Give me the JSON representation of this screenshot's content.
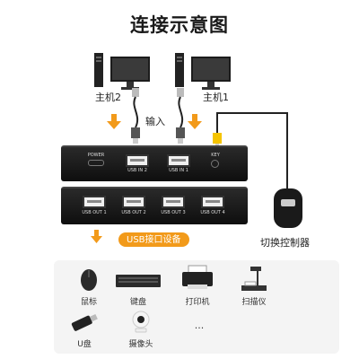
{
  "title": "连接示意图",
  "hosts": [
    {
      "label": "主机2"
    },
    {
      "label": "主机1"
    }
  ],
  "input_label": "输入",
  "switch_top": {
    "power_label": "POWER",
    "ports": [
      "USB IN 2",
      "USB IN 1"
    ],
    "key_label": "KEY"
  },
  "switch_bottom": {
    "ports": [
      "USB OUT 1",
      "USB OUT 2",
      "USB OUT 3",
      "USB OUT 4"
    ]
  },
  "controller_label": "切换控制器",
  "usb_devices_label": "USB接口设备",
  "devices": [
    {
      "label": "鼠标",
      "icon": "mouse-icon"
    },
    {
      "label": "键盘",
      "icon": "keyboard-icon"
    },
    {
      "label": "打印机",
      "icon": "printer-icon"
    },
    {
      "label": "扫描仪",
      "icon": "scanner-icon"
    },
    {
      "label": "U盘",
      "icon": "usb-drive-icon"
    },
    {
      "label": "摄像头",
      "icon": "webcam-icon"
    },
    {
      "label": "...",
      "icon": ""
    }
  ],
  "colors": {
    "accent": "#f29a1a",
    "cable_yellow": "#f5c400",
    "panel": "#f4f4f4"
  }
}
